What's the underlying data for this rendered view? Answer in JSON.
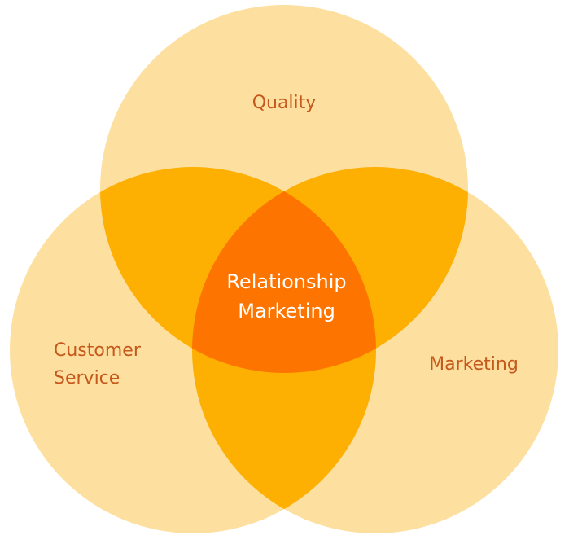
{
  "diagram": {
    "type": "venn",
    "sets": [
      {
        "label": "Quality"
      },
      {
        "label_lines": [
          "Customer",
          "Service"
        ]
      },
      {
        "label": "Marketing"
      }
    ],
    "intersection": {
      "label_lines": [
        "Relationship",
        "Marketing"
      ]
    },
    "colors": {
      "circle": "#FDDF9F",
      "pair": "#FDAF02",
      "triple": "#FD7400",
      "label": "#C5581B",
      "center_label": "#FFFFFF"
    }
  }
}
